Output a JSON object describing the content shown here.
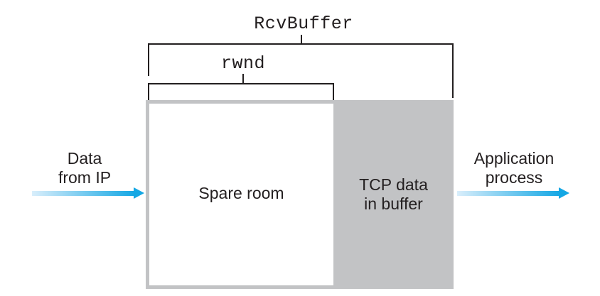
{
  "figure": {
    "buffer_label": "RcvBuffer",
    "window_label": "rwnd",
    "spare_room_label": "Spare room",
    "tcp_data": {
      "line1": "TCP data",
      "line2": "in buffer"
    },
    "incoming": {
      "line1": "Data",
      "line2": "from IP"
    },
    "outgoing": {
      "line1": "Application",
      "line2": "process"
    }
  },
  "colors": {
    "buffer-gray": "#c2c3c5",
    "line-dark": "#231f20",
    "text-dark": "#231f20",
    "arrow-blue": "#14a7e4",
    "arrow-blue-light": "#d9eefb",
    "background": "#ffffff"
  }
}
